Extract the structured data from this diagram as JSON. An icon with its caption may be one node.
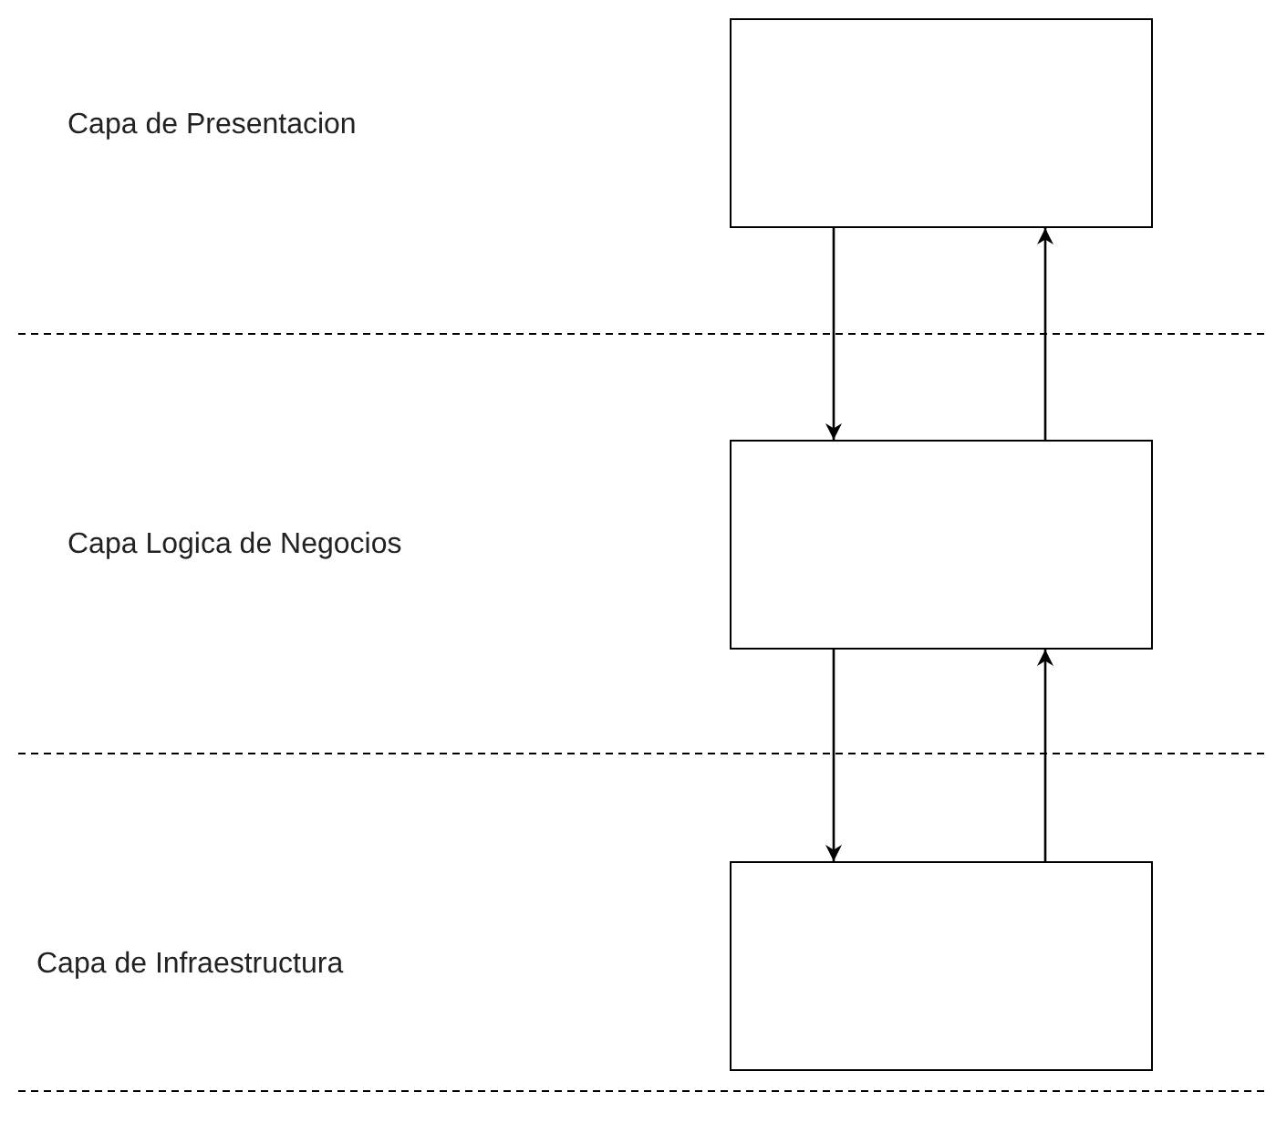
{
  "diagram": {
    "nodes": [
      {
        "text": [],
        "shape": "box"
      },
      {
        "text": [],
        "shape": "box"
      },
      {
        "text": [],
        "shape": "box"
      }
    ],
    "edges": [
      {
        "from": 0,
        "to": 1,
        "arrow": "to"
      },
      {
        "from": 1,
        "to": 0,
        "arrow": "to"
      },
      {
        "from": 1,
        "to": 2,
        "arrow": "to"
      },
      {
        "from": 2,
        "to": 1,
        "arrow": "to"
      }
    ],
    "labels": [
      "Capa de Presentacion",
      "Capa Logica de Negocios",
      "Capa de Infraestructura"
    ]
  }
}
